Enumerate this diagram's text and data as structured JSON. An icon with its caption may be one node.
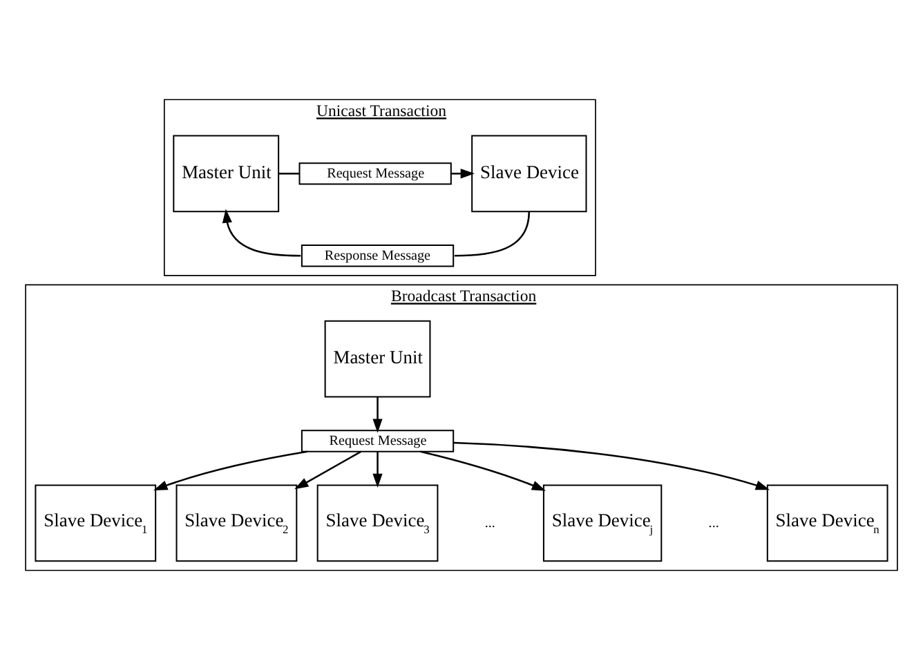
{
  "diagram": {
    "nodes": [
      {
        "text": [
          "Unicast Transaction"
        ]
      },
      {
        "text": [
          "Master Unit"
        ],
        "in": 0
      },
      {
        "text": [
          "Request Message"
        ],
        "in": 0
      },
      {
        "text": [
          "Slave Device"
        ],
        "in": 0
      },
      {
        "text": [
          "Response Message"
        ],
        "in": 0
      },
      {
        "text": [
          "Broadcast Transaction"
        ]
      },
      {
        "text": [
          "Master Unit"
        ],
        "in": 5
      },
      {
        "text": [
          "Request Message"
        ],
        "in": 5
      },
      {
        "text": [
          "Slave Device$_{1}$"
        ],
        "in": 5
      },
      {
        "text": [
          "Slave Device$_{2}$"
        ],
        "in": 5
      },
      {
        "text": [
          "Slave Device$_{3}$"
        ],
        "in": 5
      },
      {
        "text": [
          "Slave Device$_{j}$"
        ],
        "in": 5
      },
      {
        "text": [
          "Slave Device$_{n}$"
        ],
        "in": 5
      }
    ],
    "edges": [
      {
        "from": 1,
        "to": 2,
        "arrow": "none"
      },
      {
        "from": 2,
        "to": 3,
        "arrow": "to"
      },
      {
        "from": 3,
        "to": 4,
        "arrow": "none"
      },
      {
        "from": 4,
        "to": 1,
        "arrow": "to"
      },
      {
        "from": 6,
        "to": 7,
        "arrow": "to"
      },
      {
        "from": 7,
        "to": 8,
        "arrow": "to"
      },
      {
        "from": 7,
        "to": 9,
        "arrow": "to"
      },
      {
        "from": 7,
        "to": 10,
        "arrow": "to"
      },
      {
        "from": 7,
        "to": 11,
        "arrow": "to"
      },
      {
        "from": 7,
        "to": 12,
        "arrow": "to"
      }
    ],
    "labels": [
      "...",
      "..."
    ]
  }
}
